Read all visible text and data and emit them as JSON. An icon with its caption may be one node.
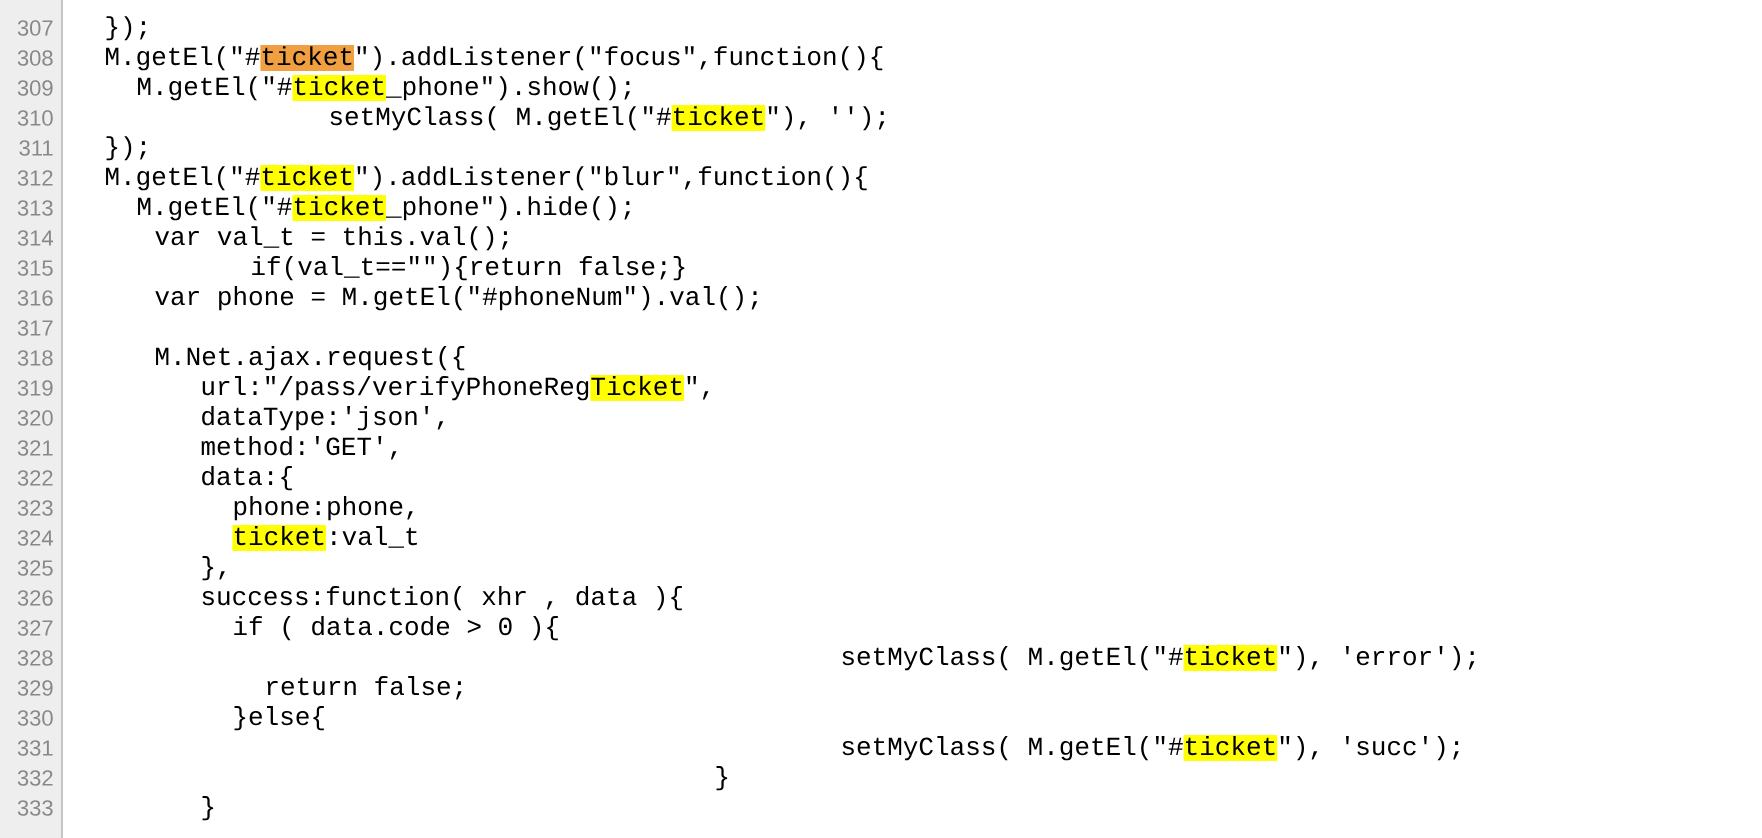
{
  "diagram": {
    "labels": [
      "307",
      "});",
      "308",
      "M.getEl(\"#",
      "ticket",
      "\").addListener(\"focus\",function(){",
      "309",
      "M.getEl(\"#",
      "ticket",
      "_phone\").show();",
      "310",
      "setMyClass( M.getEl(\"#",
      "ticket",
      "\"), '');",
      "311",
      "});",
      "312",
      "M.getEl(\"#",
      "ticket",
      "\").addListener(\"blur\",function(){",
      "313",
      "M.getEl(\"#",
      "ticket",
      "_phone\").hide();",
      "314",
      "var val_t = this.val();",
      "315",
      "if(val_t==\"\"){return false;}",
      "316",
      "var phone = M.getEl(\"#phoneNum\").val();",
      "317",
      "318",
      "M.Net.ajax.request({",
      "319",
      "url:\"/pass/verifyPhoneReg",
      "Ticket",
      "\",",
      "320",
      "dataType:'json',",
      "321",
      "method:'GET',",
      "322",
      "data:{",
      "323",
      "phone:phone,",
      "324",
      "ticket",
      ":val_t",
      "325",
      "},",
      "326",
      "success:function( xhr , data ){",
      "327",
      "if ( data.code > 0 ){",
      "328",
      "setMyClass( M.getEl(\"#",
      "ticket",
      "\"), 'error');",
      "329",
      "return false;",
      "330",
      "}else{",
      "331",
      "setMyClass( M.getEl(\"#",
      "ticket",
      "\"), 'succ');",
      "332",
      "}",
      "333",
      "}"
    ]
  }
}
